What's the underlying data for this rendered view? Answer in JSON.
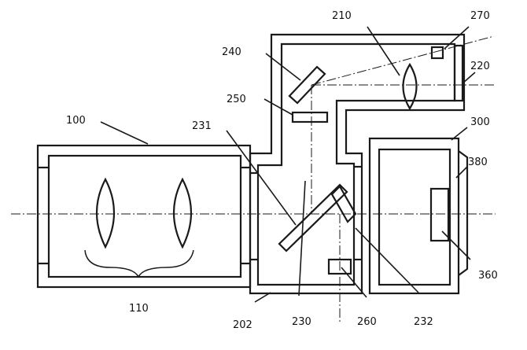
{
  "colors": {
    "stroke": "#1a1a1a",
    "background": "#ffffff"
  },
  "labels": {
    "l100": "100",
    "l110": "110",
    "l202": "202",
    "l210": "210",
    "l220": "220",
    "l230": "230",
    "l231": "231",
    "l232": "232",
    "l240": "240",
    "l250": "250",
    "l260": "260",
    "l270": "270",
    "l300": "300",
    "l360": "360",
    "l380": "380"
  }
}
